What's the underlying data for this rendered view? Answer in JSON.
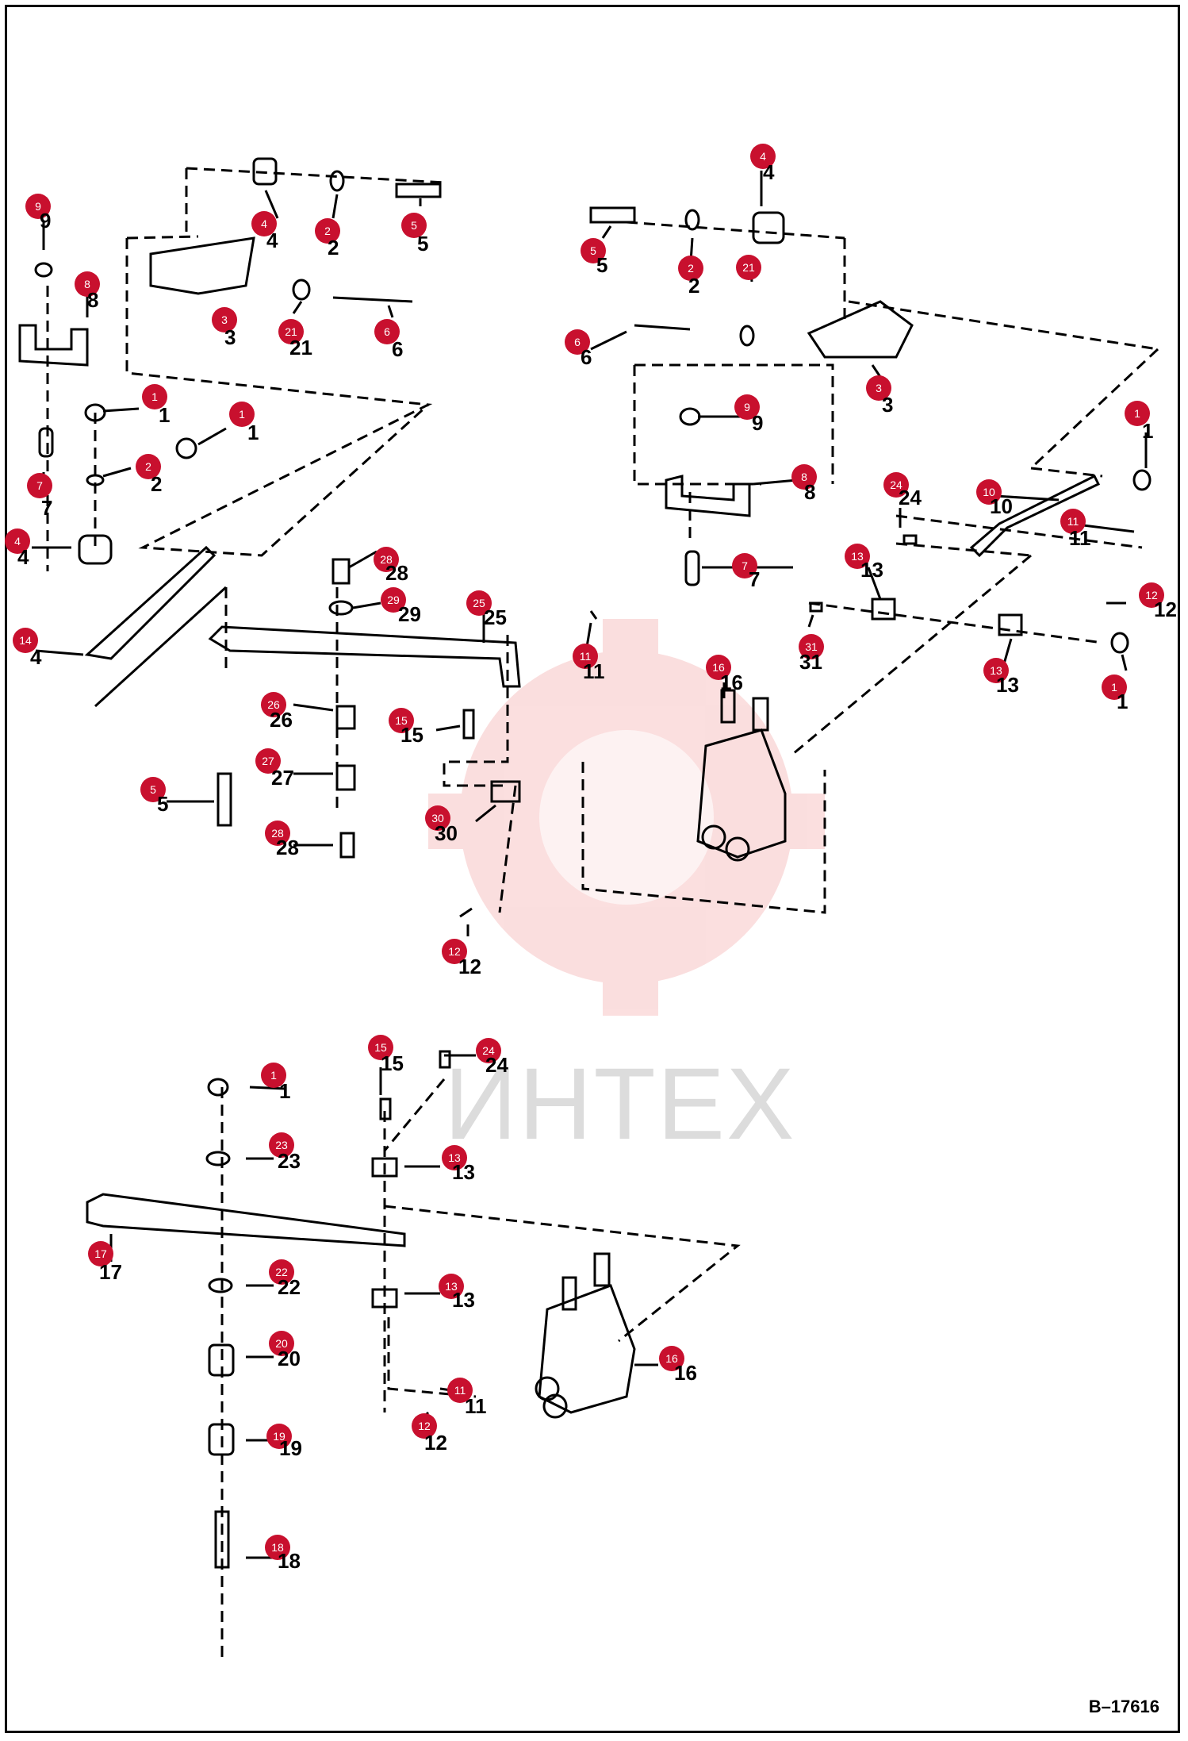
{
  "drawing": {
    "code": "B–17616",
    "watermark": "ИНТЕХ",
    "colors": {
      "callout": "#c8102e",
      "line": "#000000",
      "watermark": "#f3c0c0"
    },
    "callouts_top_left": [
      "9",
      "8",
      "7",
      "4",
      "14",
      "1",
      "1",
      "2",
      "3",
      "4",
      "2",
      "5",
      "21",
      "6",
      "28",
      "29",
      "25",
      "11",
      "26",
      "27",
      "5",
      "28",
      "15",
      "30",
      "12"
    ],
    "labels_top_left": [
      "9",
      "8",
      "7",
      "4",
      "4",
      "1",
      "1",
      "2",
      "3",
      "4",
      "2",
      "5",
      "21",
      "6",
      "28",
      "29",
      "25",
      "11",
      "26",
      "27",
      "5",
      "28",
      "15",
      "30",
      "12"
    ],
    "callouts_top_right": [
      "4",
      "5",
      "2",
      "21",
      "6",
      "3",
      "9",
      "8",
      "7",
      "1",
      "24",
      "10",
      "11",
      "13",
      "12",
      "31",
      "13",
      "1",
      "16"
    ],
    "labels_top_right": [
      "4",
      "5",
      "2",
      "6",
      "3",
      "9",
      "8",
      "7",
      "1",
      "24",
      "10",
      "11",
      "13",
      "12",
      "31",
      "13",
      "1",
      "16"
    ],
    "callouts_bottom": [
      "1",
      "23",
      "17",
      "22",
      "20",
      "19",
      "18",
      "15",
      "24",
      "13",
      "13",
      "11",
      "12",
      "16"
    ],
    "labels_bottom": [
      "1",
      "23",
      "17",
      "22",
      "20",
      "19",
      "18",
      "15",
      "24",
      "13",
      "13",
      "11",
      "12",
      "16"
    ]
  }
}
